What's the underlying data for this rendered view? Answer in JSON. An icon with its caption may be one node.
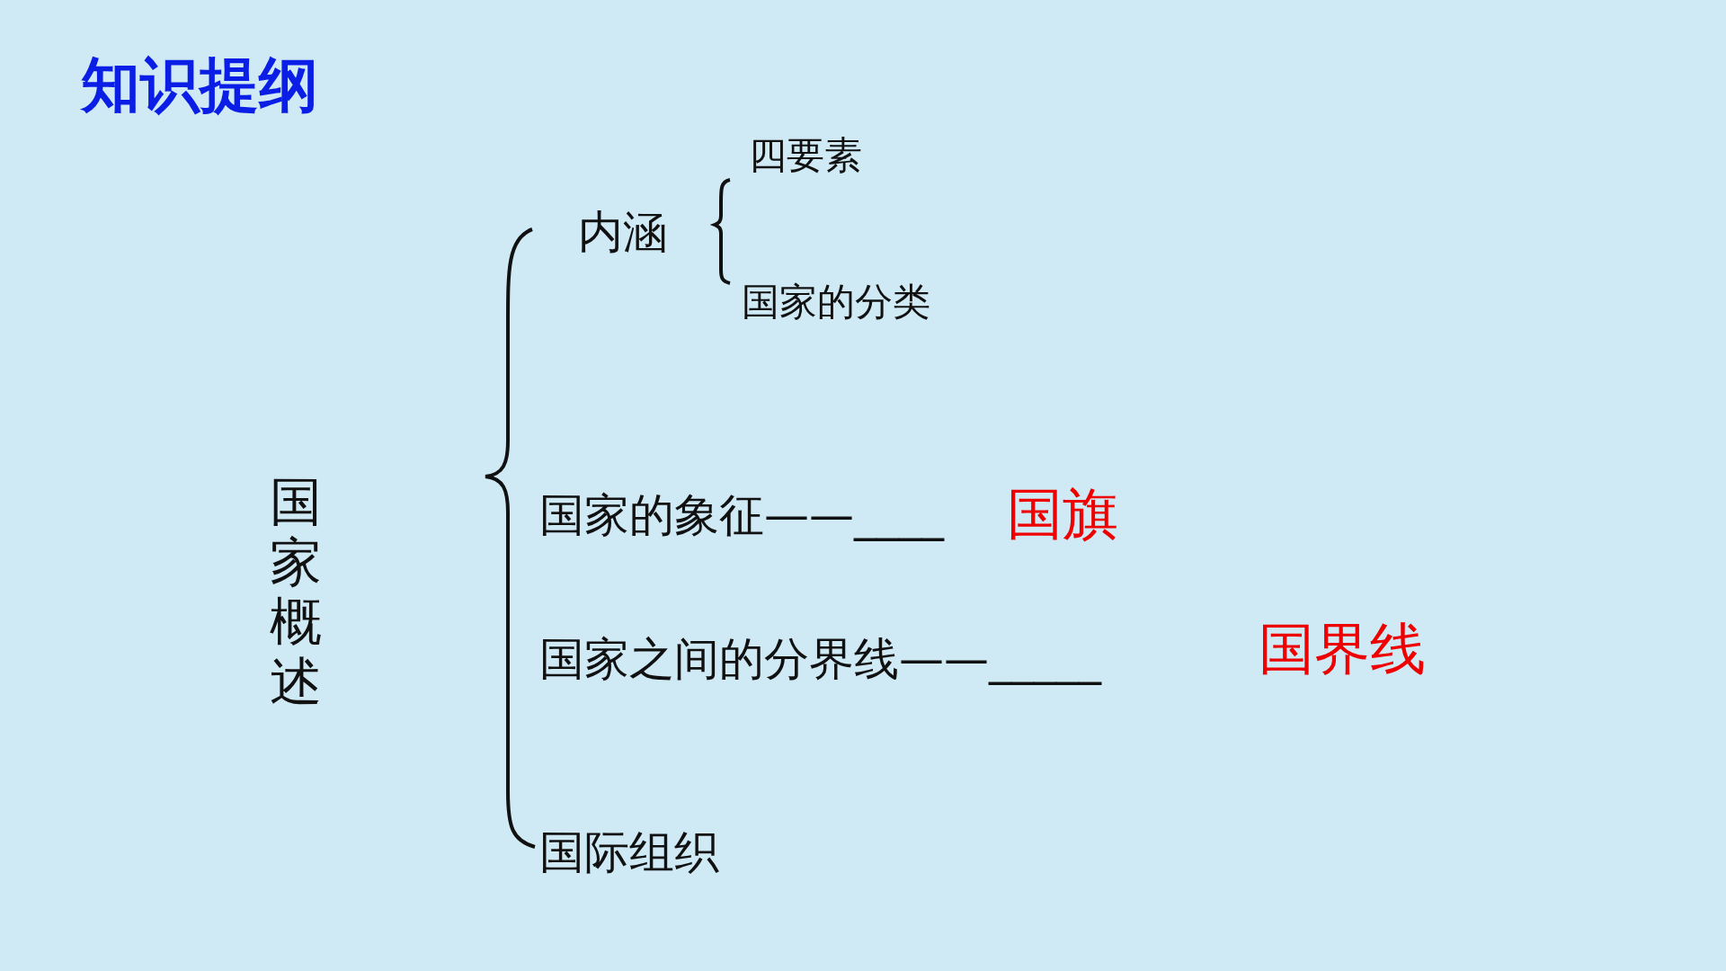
{
  "diagram": {
    "title": "知识提纲",
    "labels": [
      "四要素",
      "内涵",
      "国家的分类",
      "国家概述",
      "国家的象征——____",
      "国旗",
      "国家之间的分界线——_____",
      "国界线",
      "国际组织"
    ]
  }
}
